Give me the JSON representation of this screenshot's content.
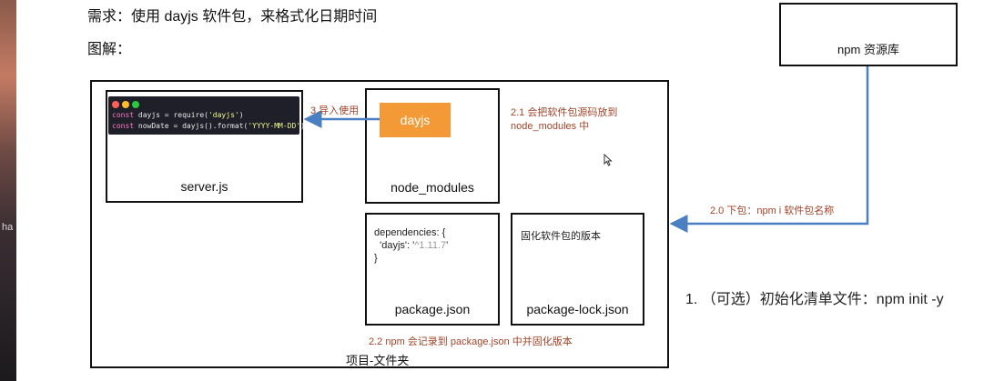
{
  "header": {
    "requirement": "需求：使用 dayjs 软件包，来格式化日期时间",
    "diagram_label": "图解："
  },
  "left_strip_text": "ha",
  "project_folder": {
    "label": "项目-文件夹"
  },
  "server_js": {
    "label": "server.js",
    "code_line_1": {
      "kw": "const",
      "rest": " dayjs = require(",
      "str": "'dayjs'",
      "end": ")"
    },
    "code_line_2": {
      "kw": "const",
      "rest": " nowDate = dayjs().format(",
      "str": "'YYYY-MM-DD'",
      "end": ")"
    },
    "dot_colors": [
      "#ff5f56",
      "#ffbd2e",
      "#27c93f"
    ]
  },
  "node_modules": {
    "label": "node_modules",
    "package_name": "dayjs"
  },
  "package_json": {
    "label": "package.json",
    "line_1": "dependencies: {",
    "line_2_key": "  'dayjs': '",
    "line_2_ver": "^1.11.7",
    "line_2_end": "'",
    "line_3": "}"
  },
  "package_lock": {
    "label": "package-lock.json",
    "note": "固化软件包的版本"
  },
  "npm_registry": {
    "label": "npm 资源库"
  },
  "annotations": {
    "import": "3.导入使用",
    "put_source_1": "2.1 会把软件包源码放到",
    "put_source_2": "node_modules 中",
    "download": "2.0 下包：npm i 软件包名称",
    "record": "2.2 npm 会记录到 package.json 中并固化版本",
    "init": "1. （可选）初始化清单文件：npm init -y"
  },
  "colors": {
    "arrow": "#4a7fc1",
    "accent": "#f39a37",
    "annotation": "#a0442a"
  }
}
